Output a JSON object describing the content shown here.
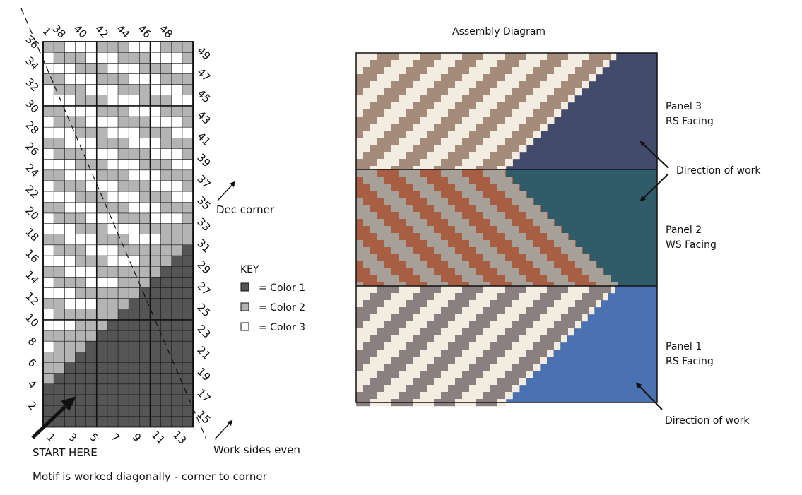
{
  "chart": {
    "cols": 14,
    "rows": 36,
    "color_map": {
      "1": "#555555",
      "2": "#b4b4b4",
      "3": "#ffffff"
    },
    "key": {
      "title": "KEY",
      "items": [
        {
          "label": "= Color 1",
          "color": "#555555"
        },
        {
          "label": "= Color 2",
          "color": "#b4b4b4"
        },
        {
          "label": "= Color 3",
          "color": "#ffffff"
        }
      ]
    },
    "top_numbers": [
      "1",
      "38",
      "40",
      "42",
      "44",
      "46",
      "48"
    ],
    "left_numbers": [
      "36",
      "34",
      "32",
      "30",
      "28",
      "26",
      "24",
      "22",
      "20",
      "18",
      "16",
      "14",
      "12",
      "10",
      "8",
      "6",
      "4",
      "2"
    ],
    "right_numbers": [
      "49",
      "47",
      "45",
      "43",
      "41",
      "39",
      "37",
      "35",
      "33",
      "31",
      "29",
      "27",
      "25",
      "23",
      "21",
      "19",
      "17",
      "15"
    ],
    "bottom_numbers": [
      "1",
      "3",
      "5",
      "7",
      "9",
      "11",
      "13"
    ],
    "start_label": "START HERE",
    "dec_corner_label": "Dec corner",
    "work_sides_label": "Work sides even",
    "footer": "Motif is worked diagonally - corner to corner"
  },
  "assembly": {
    "title": "Assembly Diagram",
    "panels": [
      {
        "name": "Panel 3",
        "facing": "RS Facing",
        "stripe_a": "#f2ede0",
        "stripe_b": "#a58c7a",
        "solid": "#434b6c",
        "direction_label": "Direction of work"
      },
      {
        "name": "Panel 2",
        "facing": "WS Facing",
        "stripe_a": "#a7a098",
        "stripe_b": "#a85e42",
        "solid": "#305c6a",
        "direction_label": ""
      },
      {
        "name": "Panel 1",
        "facing": "RS Facing",
        "stripe_a": "#f2ede0",
        "stripe_b": "#8a8080",
        "solid": "#4a72b0",
        "direction_label": "Direction of work"
      }
    ]
  }
}
